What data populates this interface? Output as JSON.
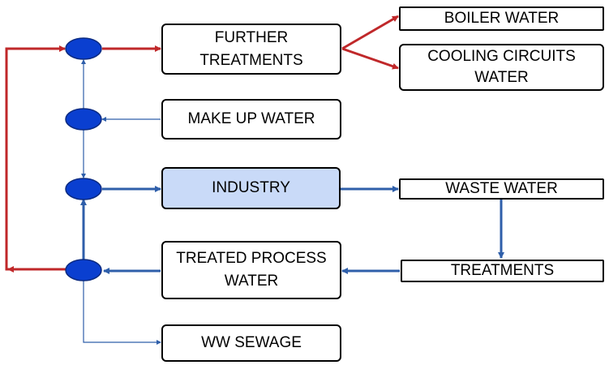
{
  "boxes": {
    "further_treatments": [
      "FURTHER",
      "TREATMENTS"
    ],
    "boiler_water": "BOILER WATER",
    "cooling_circuits_water": [
      "COOLING CIRCUITS",
      "WATER"
    ],
    "make_up_water": "MAKE UP WATER",
    "industry": "INDUSTRY",
    "waste_water": "WASTE WATER",
    "treated_process_water": [
      "TREATED PROCESS",
      "WATER"
    ],
    "treatments": "TREATMENTS",
    "ww_sewage": "WW SEWAGE"
  },
  "colors": {
    "red_arrow": "#c0282a",
    "blue_arrow": "#2f5faa",
    "node_fill": "#0a3fd0",
    "node_stroke": "#0a2a80",
    "industry_fill": "#c9daf8"
  }
}
